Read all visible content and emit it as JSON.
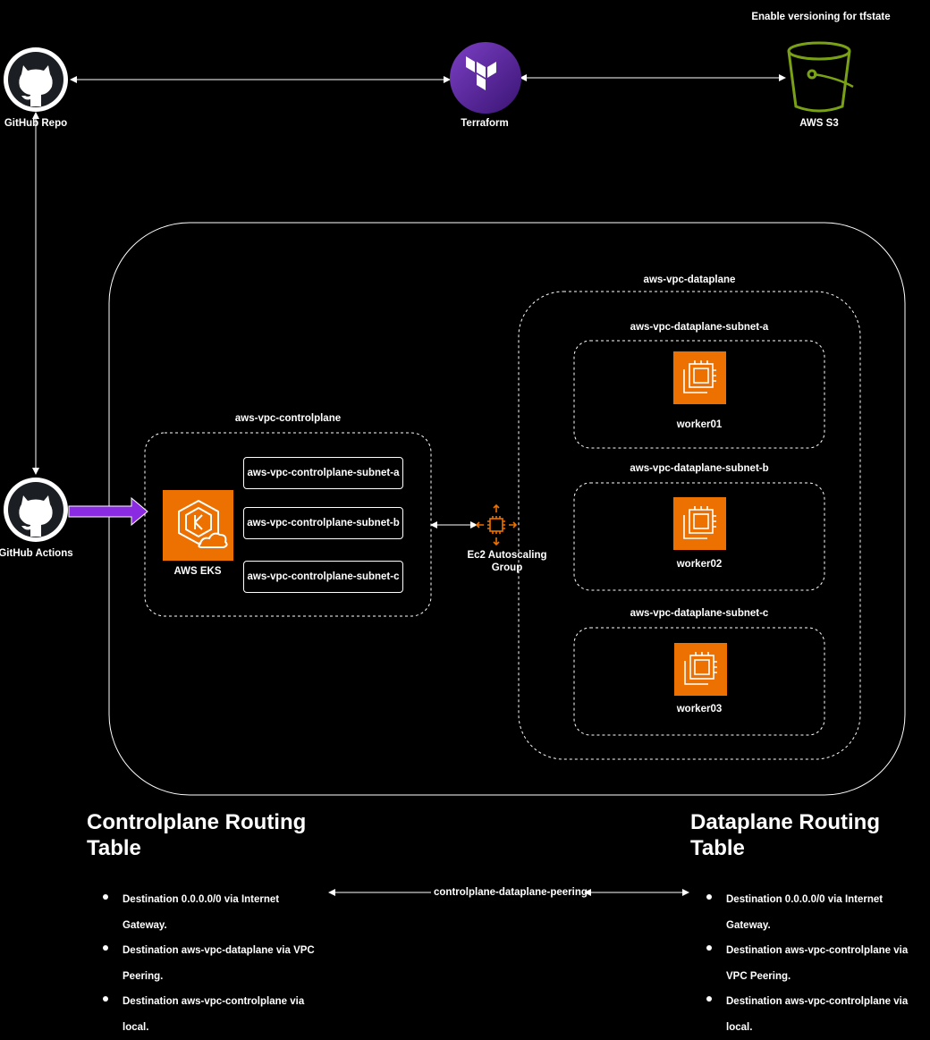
{
  "top": {
    "github_repo": "GitHub Repo",
    "terraform": "Terraform",
    "aws_s3": "AWS S3",
    "s3_note": "Enable versioning for tfstate"
  },
  "github_actions": "GitHub Actions",
  "controlplane": {
    "title": "aws-vpc-controlplane",
    "eks_label": "AWS EKS",
    "subnets": [
      "aws-vpc-controlplane-subnet-a",
      "aws-vpc-controlplane-subnet-b",
      "aws-vpc-controlplane-subnet-c"
    ]
  },
  "asg": {
    "line1": "Ec2 Autoscaling",
    "line2": "Group"
  },
  "dataplane": {
    "title": "aws-vpc-dataplane",
    "subnets": [
      {
        "name": "aws-vpc-dataplane-subnet-a",
        "worker": "worker01"
      },
      {
        "name": "aws-vpc-dataplane-subnet-b",
        "worker": "worker02"
      },
      {
        "name": "aws-vpc-dataplane-subnet-c",
        "worker": "worker03"
      }
    ]
  },
  "routing": {
    "controlplane_title_1": "Controlplane Routing",
    "controlplane_title_2": "Table",
    "dataplane_title_1": "Dataplane Routing",
    "dataplane_title_2": "Table",
    "peering_label": "controlplane-dataplane-peering",
    "controlplane_routes": [
      "Destination 0.0.0.0/0 via Internet Gateway.",
      "Destination aws-vpc-dataplane via VPC Peering.",
      "Destination aws-vpc-controlplane via local."
    ],
    "dataplane_routes": [
      "Destination 0.0.0.0/0 via Internet Gateway.",
      "Destination aws-vpc-controlplane via VPC Peering.",
      "Destination aws-vpc-controlplane via local."
    ]
  },
  "colors": {
    "background": "#000000",
    "aws_orange": "#ED7100",
    "s3_green": "#7AA116",
    "terraform_purple": "#5C2D91",
    "github_arrow": "#8A2BE2"
  }
}
